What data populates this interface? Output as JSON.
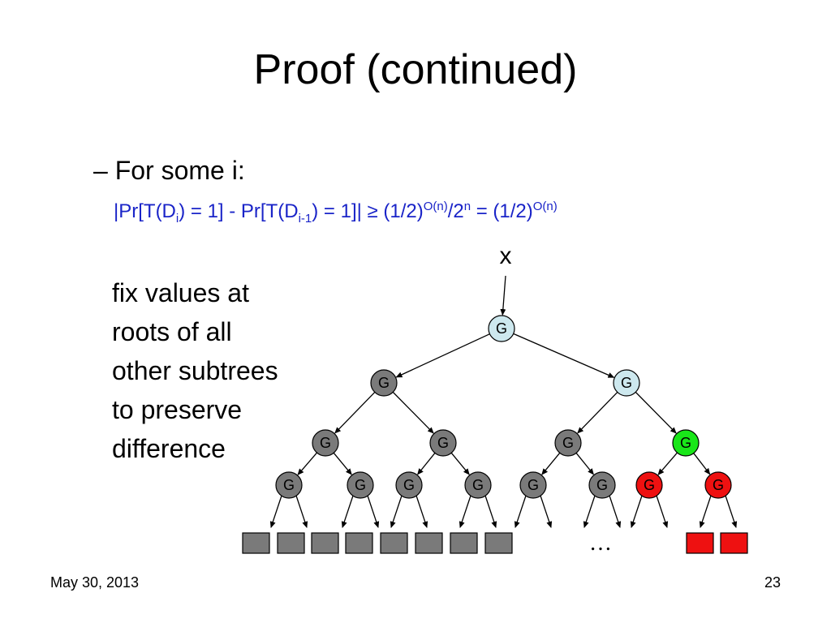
{
  "slide": {
    "title": "Proof (continued)",
    "bullet": "– For some i:",
    "formula": {
      "p1": "|Pr[T(D",
      "s1": "i",
      "p2": ") = 1] - Pr[T(D",
      "s2": "i-1",
      "p3": ") = 1]| ",
      "ge": "≥",
      "p4": " (1/2)",
      "sup1": "O(n)",
      "p5": "/2",
      "sup2": "n",
      "p6": " = (1/2)",
      "sup3": "O(n)"
    },
    "side_text": [
      "fix values at",
      "roots of all",
      "other subtrees",
      "to preserve",
      "difference"
    ],
    "footer_date": "May 30, 2013",
    "page_number": "23"
  },
  "diagram": {
    "input_label": "x",
    "node_label": "G",
    "ellipsis": "…",
    "colors": {
      "light_blue": "#cde8ee",
      "gray": "#7a7a7a",
      "green": "#19e619",
      "red": "#ee1111"
    },
    "nodes": [
      {
        "id": "root",
        "color": "light_blue"
      },
      {
        "id": "l1-left",
        "color": "gray"
      },
      {
        "id": "l1-right",
        "color": "light_blue"
      },
      {
        "id": "l2-1",
        "color": "gray"
      },
      {
        "id": "l2-2",
        "color": "gray"
      },
      {
        "id": "l2-3",
        "color": "gray"
      },
      {
        "id": "l2-4",
        "color": "green"
      },
      {
        "id": "l3-1",
        "color": "gray"
      },
      {
        "id": "l3-2",
        "color": "gray"
      },
      {
        "id": "l3-3",
        "color": "gray"
      },
      {
        "id": "l3-4",
        "color": "gray"
      },
      {
        "id": "l3-5",
        "color": "gray"
      },
      {
        "id": "l3-6",
        "color": "gray"
      },
      {
        "id": "l3-7",
        "color": "red"
      },
      {
        "id": "l3-8",
        "color": "red"
      }
    ],
    "leaves": [
      "gray",
      "gray",
      "gray",
      "gray",
      "gray",
      "gray",
      "gray",
      "gray",
      "red",
      "red"
    ]
  }
}
